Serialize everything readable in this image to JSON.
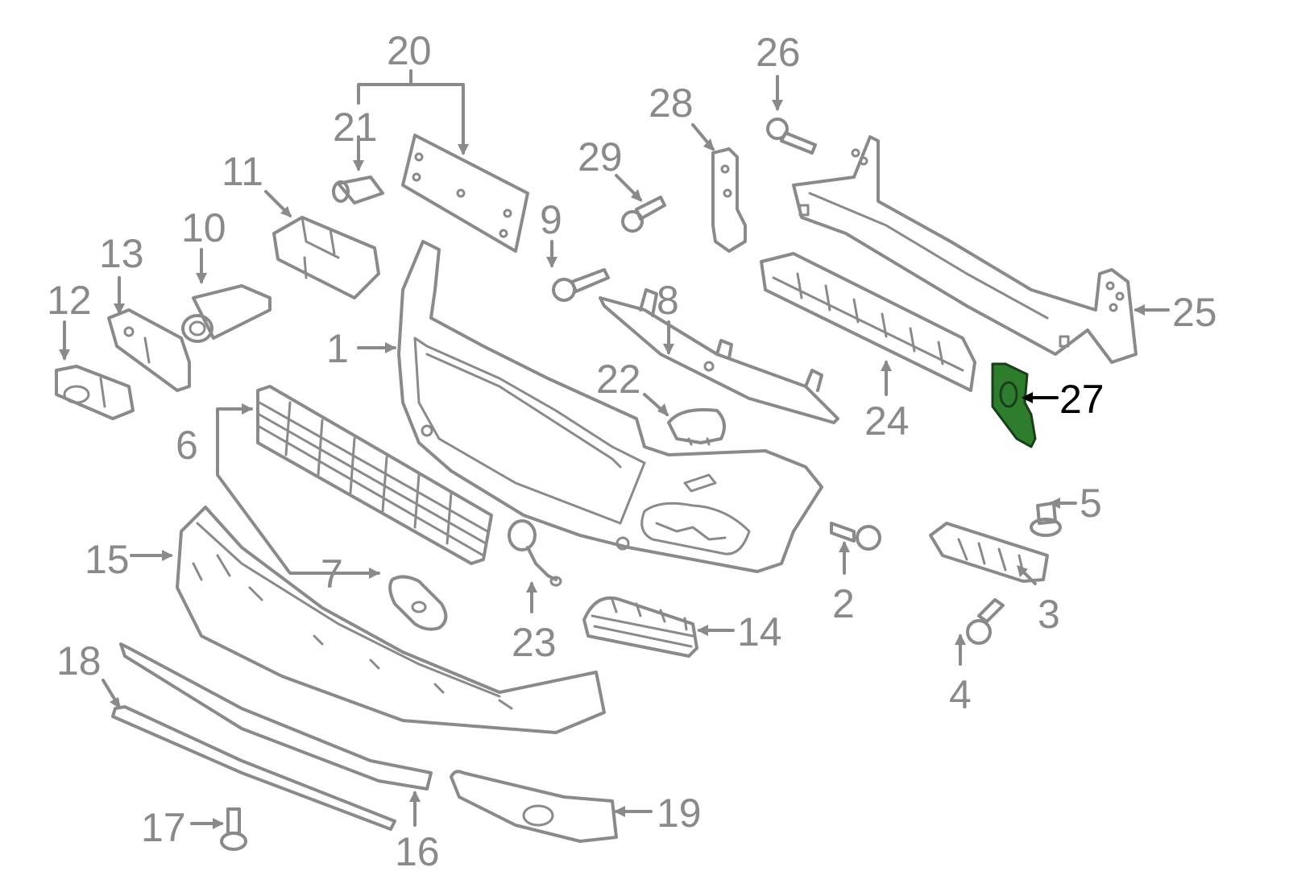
{
  "diagram": {
    "highlighted_part": "27",
    "highlight_color": "#2e7d2e",
    "line_color": "#8a8a8a",
    "callouts": {
      "c1": "1",
      "c2": "2",
      "c3": "3",
      "c4": "4",
      "c5": "5",
      "c6": "6",
      "c7": "7",
      "c8": "8",
      "c9": "9",
      "c10": "10",
      "c11": "11",
      "c12": "12",
      "c13": "13",
      "c14": "14",
      "c15": "15",
      "c16": "16",
      "c17": "17",
      "c18": "18",
      "c19": "19",
      "c20": "20",
      "c21": "21",
      "c22": "22",
      "c23": "23",
      "c24": "24",
      "c25": "25",
      "c26": "26",
      "c27": "27",
      "c28": "28",
      "c29": "29"
    }
  }
}
